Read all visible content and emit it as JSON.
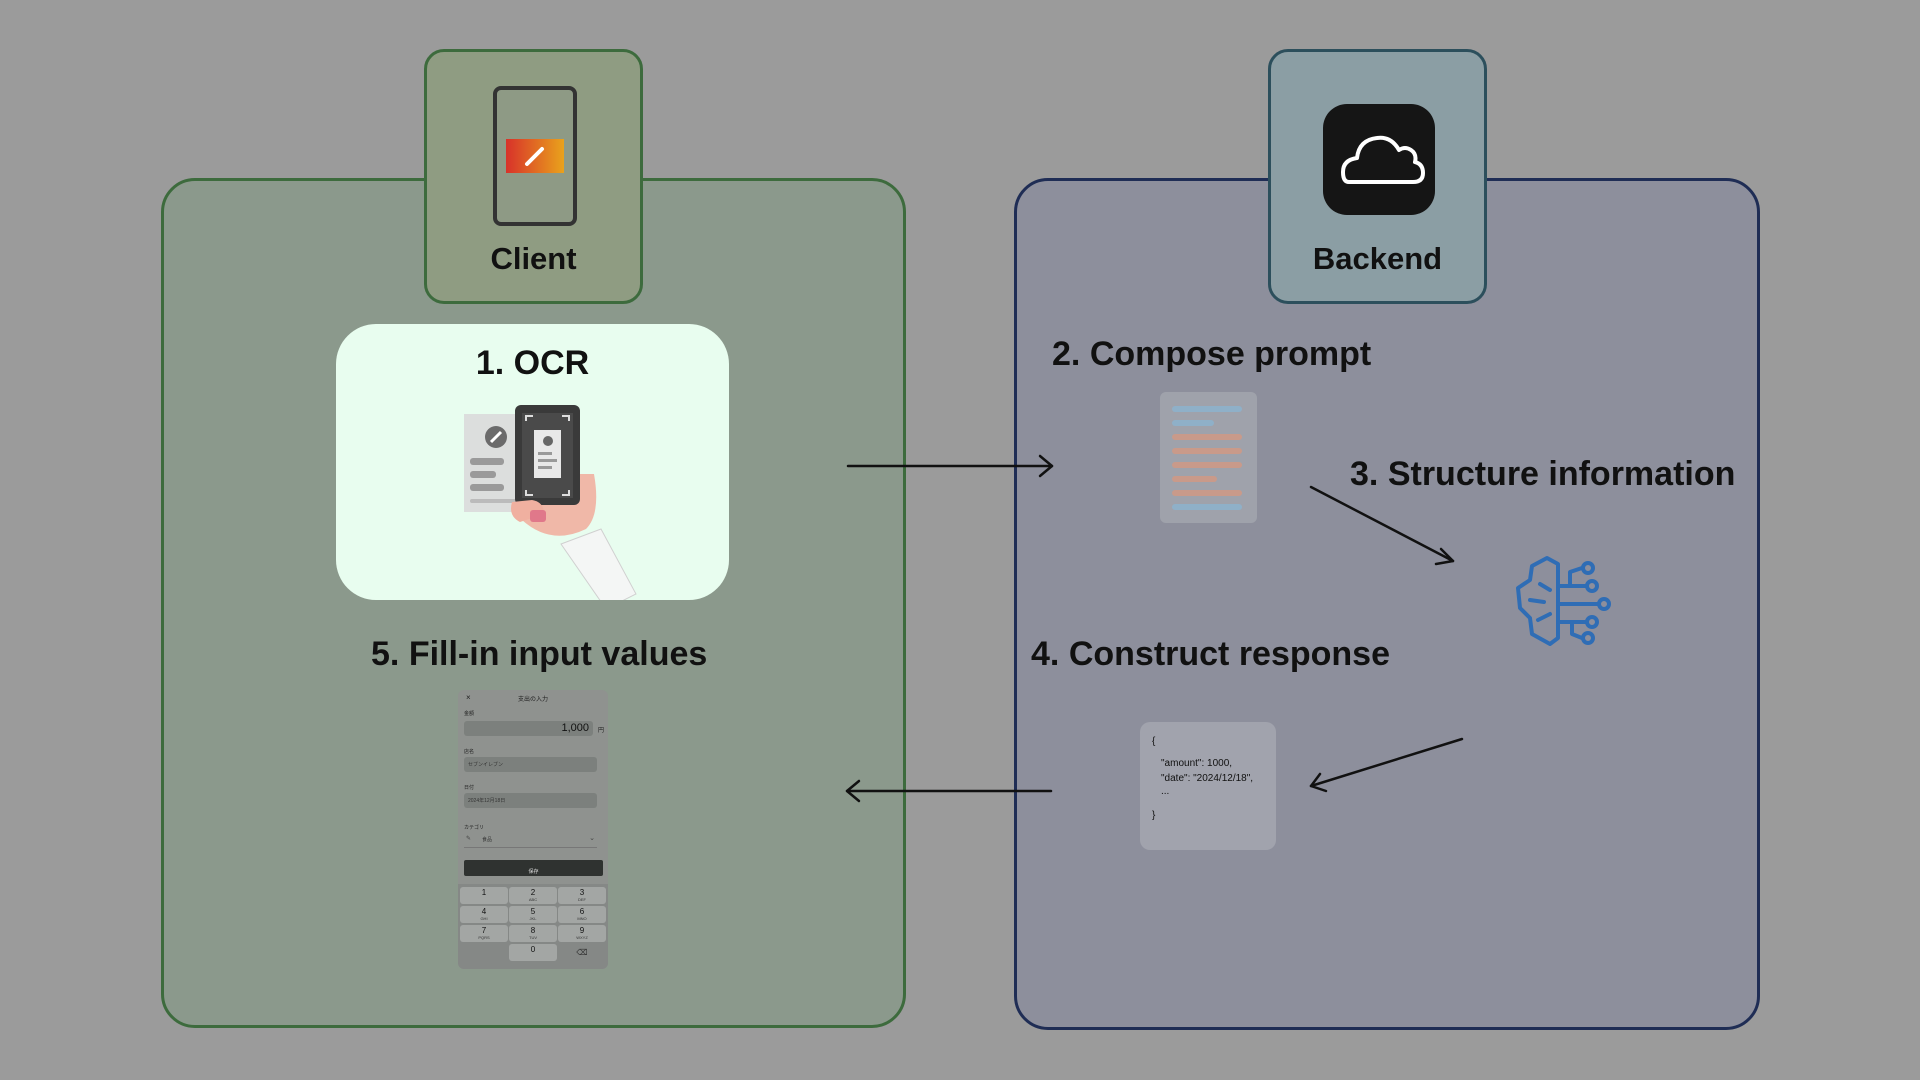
{
  "client": {
    "label": "Client"
  },
  "backend": {
    "label": "Backend"
  },
  "steps": {
    "s1": {
      "num": "1.",
      "text": "OCR"
    },
    "s2": {
      "num": "2.",
      "text": "Compose prompt"
    },
    "s3": {
      "num": "3.",
      "text": "Structure information"
    },
    "s4": {
      "num": "4.",
      "text": "Construct response"
    },
    "s5": {
      "num": "5.",
      "text": "Fill-in input values"
    }
  },
  "json_preview": {
    "open": "{",
    "line1": "\"amount\": 1000,",
    "line2": "\"date\": \"2024/12/18\",",
    "line3": "...",
    "close": "}"
  },
  "form": {
    "close": "×",
    "title": "支出の入力",
    "amount_label": "金額",
    "amount_value": "1,000",
    "amount_unit": "円",
    "shop_label": "店名",
    "shop_value": "セブンイレブン",
    "date_label": "日付",
    "date_value": "2024年12月18日",
    "category_label": "カテゴリ",
    "category_value": "食品",
    "save_label": "保存",
    "keys": [
      {
        "num": "1",
        "sub": ""
      },
      {
        "num": "2",
        "sub": "ABC"
      },
      {
        "num": "3",
        "sub": "DEF"
      },
      {
        "num": "4",
        "sub": "GHI"
      },
      {
        "num": "5",
        "sub": "JKL"
      },
      {
        "num": "6",
        "sub": "MNO"
      },
      {
        "num": "7",
        "sub": "PQRS"
      },
      {
        "num": "8",
        "sub": "TUV"
      },
      {
        "num": "9",
        "sub": "WXYZ"
      },
      {
        "num": "0",
        "sub": ""
      }
    ]
  },
  "colors": {
    "client_border": "#3d6b3d",
    "backend_border": "#1f2d55",
    "ocr_card": "#e8fdef",
    "brain_icon": "#2f6db5"
  },
  "icons": [
    "phone-icon",
    "cloud-icon",
    "ocr-scan-illustration",
    "document-icon",
    "ai-brain-icon"
  ]
}
